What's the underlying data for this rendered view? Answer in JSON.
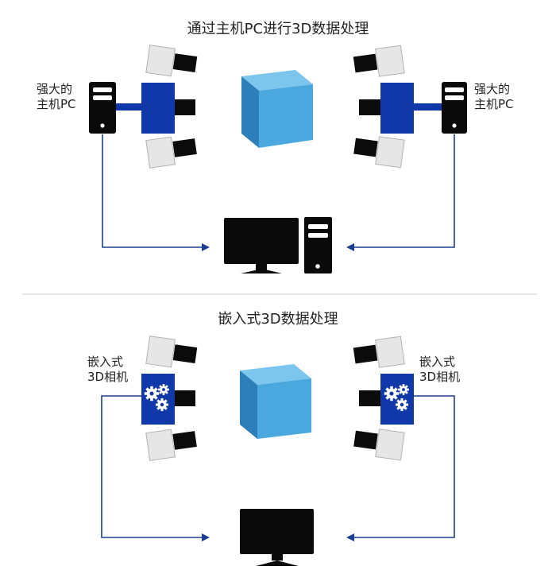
{
  "top_section": {
    "title": "通过主机PC进行3D数据处理",
    "left_label": [
      "强大的",
      "主机PC"
    ],
    "right_label": [
      "强大的",
      "主机PC"
    ]
  },
  "bottom_section": {
    "title": "嵌入式3D数据处理",
    "left_label": [
      "嵌入式",
      "3D相机"
    ],
    "right_label": [
      "嵌入式",
      "3D相机"
    ]
  },
  "colors": {
    "cube_light": "#5db3e4",
    "cube_mid": "#3f98d0",
    "cube_dark": "#2c7fb8",
    "camera_blue": "#1038a8",
    "arrow_blue": "#1b3f8f",
    "device_black": "#0a0a0a"
  },
  "icons": [
    "cube-icon",
    "tower-pc-icon",
    "monitor-icon",
    "gear-icon",
    "projector-icon",
    "arrow-icon"
  ]
}
